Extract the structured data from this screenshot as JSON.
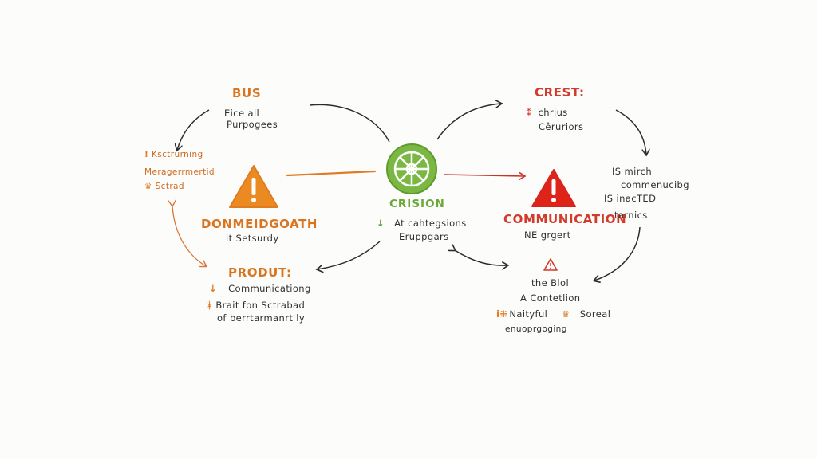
{
  "colors": {
    "orange": "#e07b22",
    "red": "#d8231d",
    "green": "#6ab03a",
    "ink": "#2f2f2f"
  },
  "nodes": {
    "bus": {
      "title": "BUS",
      "lines": [
        "Eice all",
        "Purpogees"
      ]
    },
    "left_note": {
      "lines": [
        "Ksctrurning",
        "Meragerrmertid",
        "Sctrad"
      ],
      "icons": [
        "exclamation-icon",
        "crown-icon"
      ]
    },
    "warning_orange": {
      "icon": "warning-triangle-icon",
      "title": "DONMEIDGOATH",
      "subtitle": "it Setsurdy"
    },
    "prodout": {
      "title": "PRODUT:",
      "lines": [
        "Communicationg",
        "Brait fon Sctrabad",
        "of berrtarmanrt ly"
      ],
      "icons": [
        "down-arrow-icon",
        "bolt-icon"
      ]
    },
    "crision": {
      "icon": "crisis-wheel-icon",
      "title": "CRISION",
      "lines": [
        "At cahtegsions",
        "Eruppgars"
      ]
    },
    "crest": {
      "title": "CREST:",
      "lines": [
        "chrius",
        "Cêruriors"
      ]
    },
    "communication": {
      "icon": "warning-triangle-icon",
      "title": "COMMUNICATION",
      "subtitle": "NE grgert"
    },
    "right_note": {
      "lines": [
        "IS mirch",
        "commenucibg",
        "IS inacTED",
        "tarnics"
      ]
    },
    "bottom_right": {
      "icon": "small-warning-icon",
      "lines": [
        "the Blol",
        "A Contetlion",
        "Naityful",
        "Soreal",
        "enuoprgoging"
      ]
    }
  }
}
